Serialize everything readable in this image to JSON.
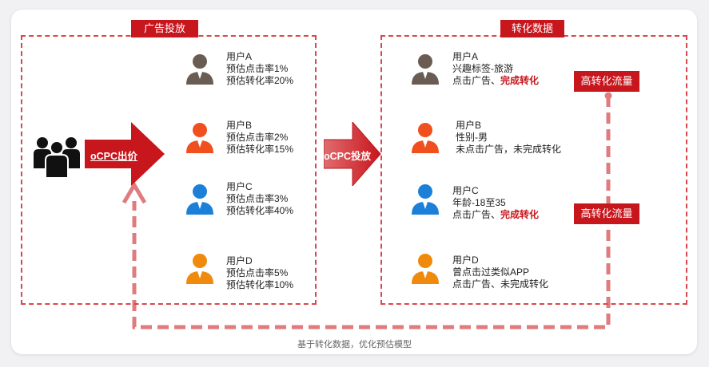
{
  "left_panel": {
    "title": "广告投放",
    "arrow_label": "oCPC出价",
    "users": [
      {
        "name": "用户A",
        "line1": "预估点击率1%",
        "line2": "预估转化率20%",
        "color": "#6b5c53"
      },
      {
        "name": "用户B",
        "line1": "预估点击率2%",
        "line2": "预估转化率15%",
        "color": "#f0501e"
      },
      {
        "name": "用户C",
        "line1": "预估点击率3%",
        "line2": "预估转化率40%",
        "color": "#1c80d9"
      },
      {
        "name": "用户D",
        "line1": "预估点击率5%",
        "line2": "预估转化率10%",
        "color": "#f08a0c"
      }
    ]
  },
  "middle_arrow_label": "oCPC投放",
  "right_panel": {
    "title": "转化数据",
    "users": [
      {
        "name": "用户A",
        "line1": "兴趣标签-旅游",
        "line2_plain": "点击广告、",
        "line2_bold": "完成转化",
        "color": "#6b5c53"
      },
      {
        "name": "用户B",
        "line1": "性别-男",
        "line2_plain": "未点击广告，未完成转化",
        "line2_bold": "",
        "color": "#f0501e"
      },
      {
        "name": "用户C",
        "line1": "年龄-18至35",
        "line2_plain": "点击广告、",
        "line2_bold": "完成转化",
        "color": "#1c80d9"
      },
      {
        "name": "用户D",
        "line1": "曾点击过类似APP",
        "line2_plain": "点击广告、未完成转化",
        "line2_bold": "",
        "color": "#f08a0c"
      }
    ],
    "high_flow_label_1": "高转化流量",
    "high_flow_label_2": "高转化流量"
  },
  "feedback_caption": "基于转化数据，优化预估模型",
  "colors": {
    "accent": "#c8161d",
    "dashed": "#d9484c",
    "feedback": "#e07b7e"
  }
}
